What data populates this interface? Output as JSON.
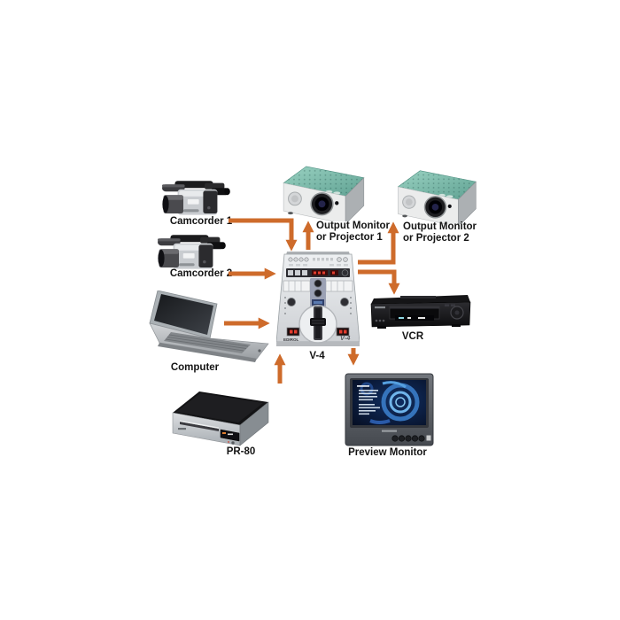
{
  "labels": {
    "camcorder1": "Camcorder 1",
    "camcorder2": "Camcorder 2",
    "computer": "Computer",
    "pr80": "PR-80",
    "v4": "V-4",
    "vcr": "VCR",
    "preview_monitor": "Preview Monitor",
    "output1_line1": "Output Monitor",
    "output1_line2": "or Projector 1",
    "output2_line1": "Output Monitor",
    "output2_line2": "or Projector 2"
  },
  "device_text": {
    "v4_brand": "EDIROL",
    "v4_model": "V-4"
  },
  "colors": {
    "arrow": "#CE6B2B",
    "projector_top": "#7EC3B1",
    "monitor_screen_blue": "#2F6FC0",
    "background": "#FFFFFF",
    "label_text": "#141414"
  }
}
